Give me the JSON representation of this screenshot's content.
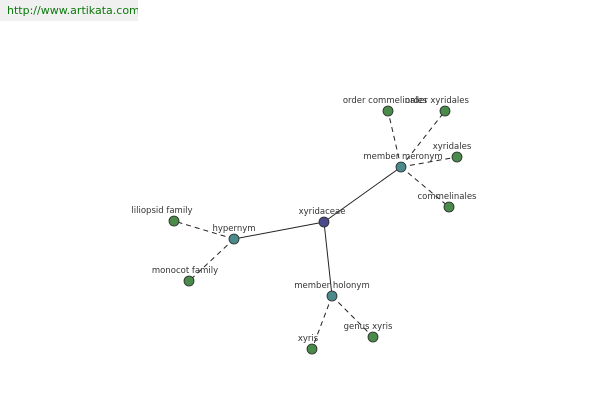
{
  "header": {
    "url": "http://www.artikata.com"
  },
  "colors": {
    "center": "#4a4a8a",
    "relation": "#4a8a8a",
    "leaf": "#4a8a4a"
  },
  "graph": {
    "nodes": [
      {
        "id": "xyridaceae",
        "label": "xyridaceae",
        "kind": "center"
      },
      {
        "id": "member-meronym",
        "label": "member meronym",
        "kind": "relation"
      },
      {
        "id": "hypernym",
        "label": "hypernym",
        "kind": "relation"
      },
      {
        "id": "member-holonym",
        "label": "member holonym",
        "kind": "relation"
      },
      {
        "id": "order-commelinales",
        "label": "order commelinales",
        "kind": "leaf"
      },
      {
        "id": "order-xyridales",
        "label": "order xyridales",
        "kind": "leaf"
      },
      {
        "id": "xyridales",
        "label": "xyridales",
        "kind": "leaf"
      },
      {
        "id": "commelinales",
        "label": "commelinales",
        "kind": "leaf"
      },
      {
        "id": "liliopsid-family",
        "label": "liliopsid family",
        "kind": "leaf"
      },
      {
        "id": "monocot-family",
        "label": "monocot family",
        "kind": "leaf"
      },
      {
        "id": "xyris",
        "label": "xyris",
        "kind": "leaf"
      },
      {
        "id": "genus-xyris",
        "label": "genus xyris",
        "kind": "leaf"
      }
    ],
    "edges": [
      {
        "from": "xyridaceae",
        "to": "member-meronym",
        "style": "solid"
      },
      {
        "from": "xyridaceae",
        "to": "hypernym",
        "style": "solid"
      },
      {
        "from": "xyridaceae",
        "to": "member-holonym",
        "style": "solid"
      },
      {
        "from": "member-meronym",
        "to": "order-commelinales",
        "style": "dashed"
      },
      {
        "from": "member-meronym",
        "to": "order-xyridales",
        "style": "dashed"
      },
      {
        "from": "member-meronym",
        "to": "xyridales",
        "style": "dashed"
      },
      {
        "from": "member-meronym",
        "to": "commelinales",
        "style": "dashed"
      },
      {
        "from": "hypernym",
        "to": "liliopsid-family",
        "style": "dashed"
      },
      {
        "from": "hypernym",
        "to": "monocot-family",
        "style": "dashed"
      },
      {
        "from": "member-holonym",
        "to": "xyris",
        "style": "dashed"
      },
      {
        "from": "member-holonym",
        "to": "genus-xyris",
        "style": "dashed"
      }
    ]
  }
}
